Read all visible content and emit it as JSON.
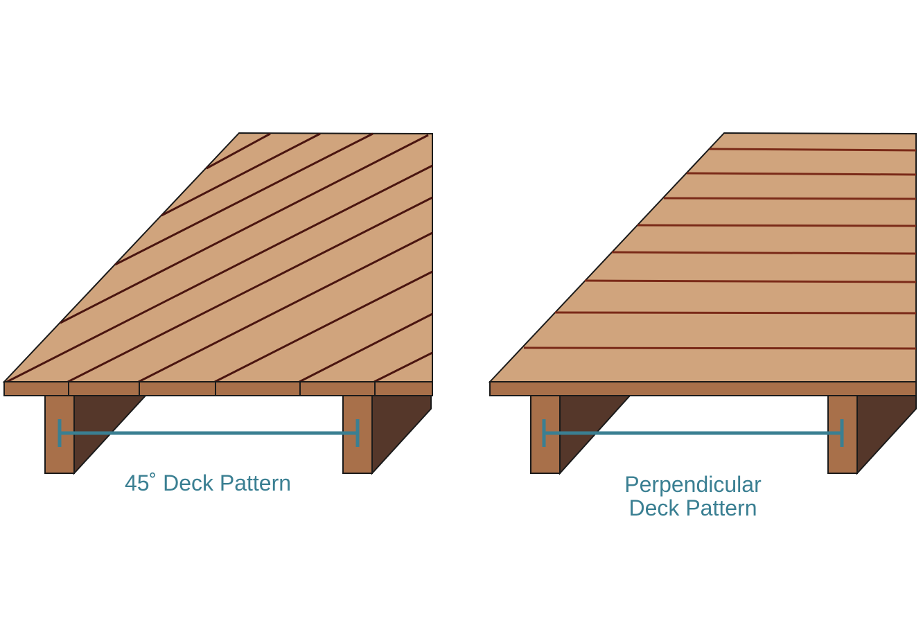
{
  "diagrams": [
    {
      "id": "diagonal",
      "caption_lines": [
        "45˚ Deck Pattern"
      ]
    },
    {
      "id": "perpendicular",
      "caption_lines": [
        "Perpendicular",
        "Deck Pattern"
      ]
    }
  ],
  "colors": {
    "board_top": "#d0a47d",
    "board_seam": "#4a1510",
    "board_seam_perp": "#7a2a18",
    "fascia": "#a8704a",
    "post_front": "#a8704a",
    "post_side": "#55372a",
    "outline": "#1a1a1a",
    "measure": "#3a7f92"
  }
}
